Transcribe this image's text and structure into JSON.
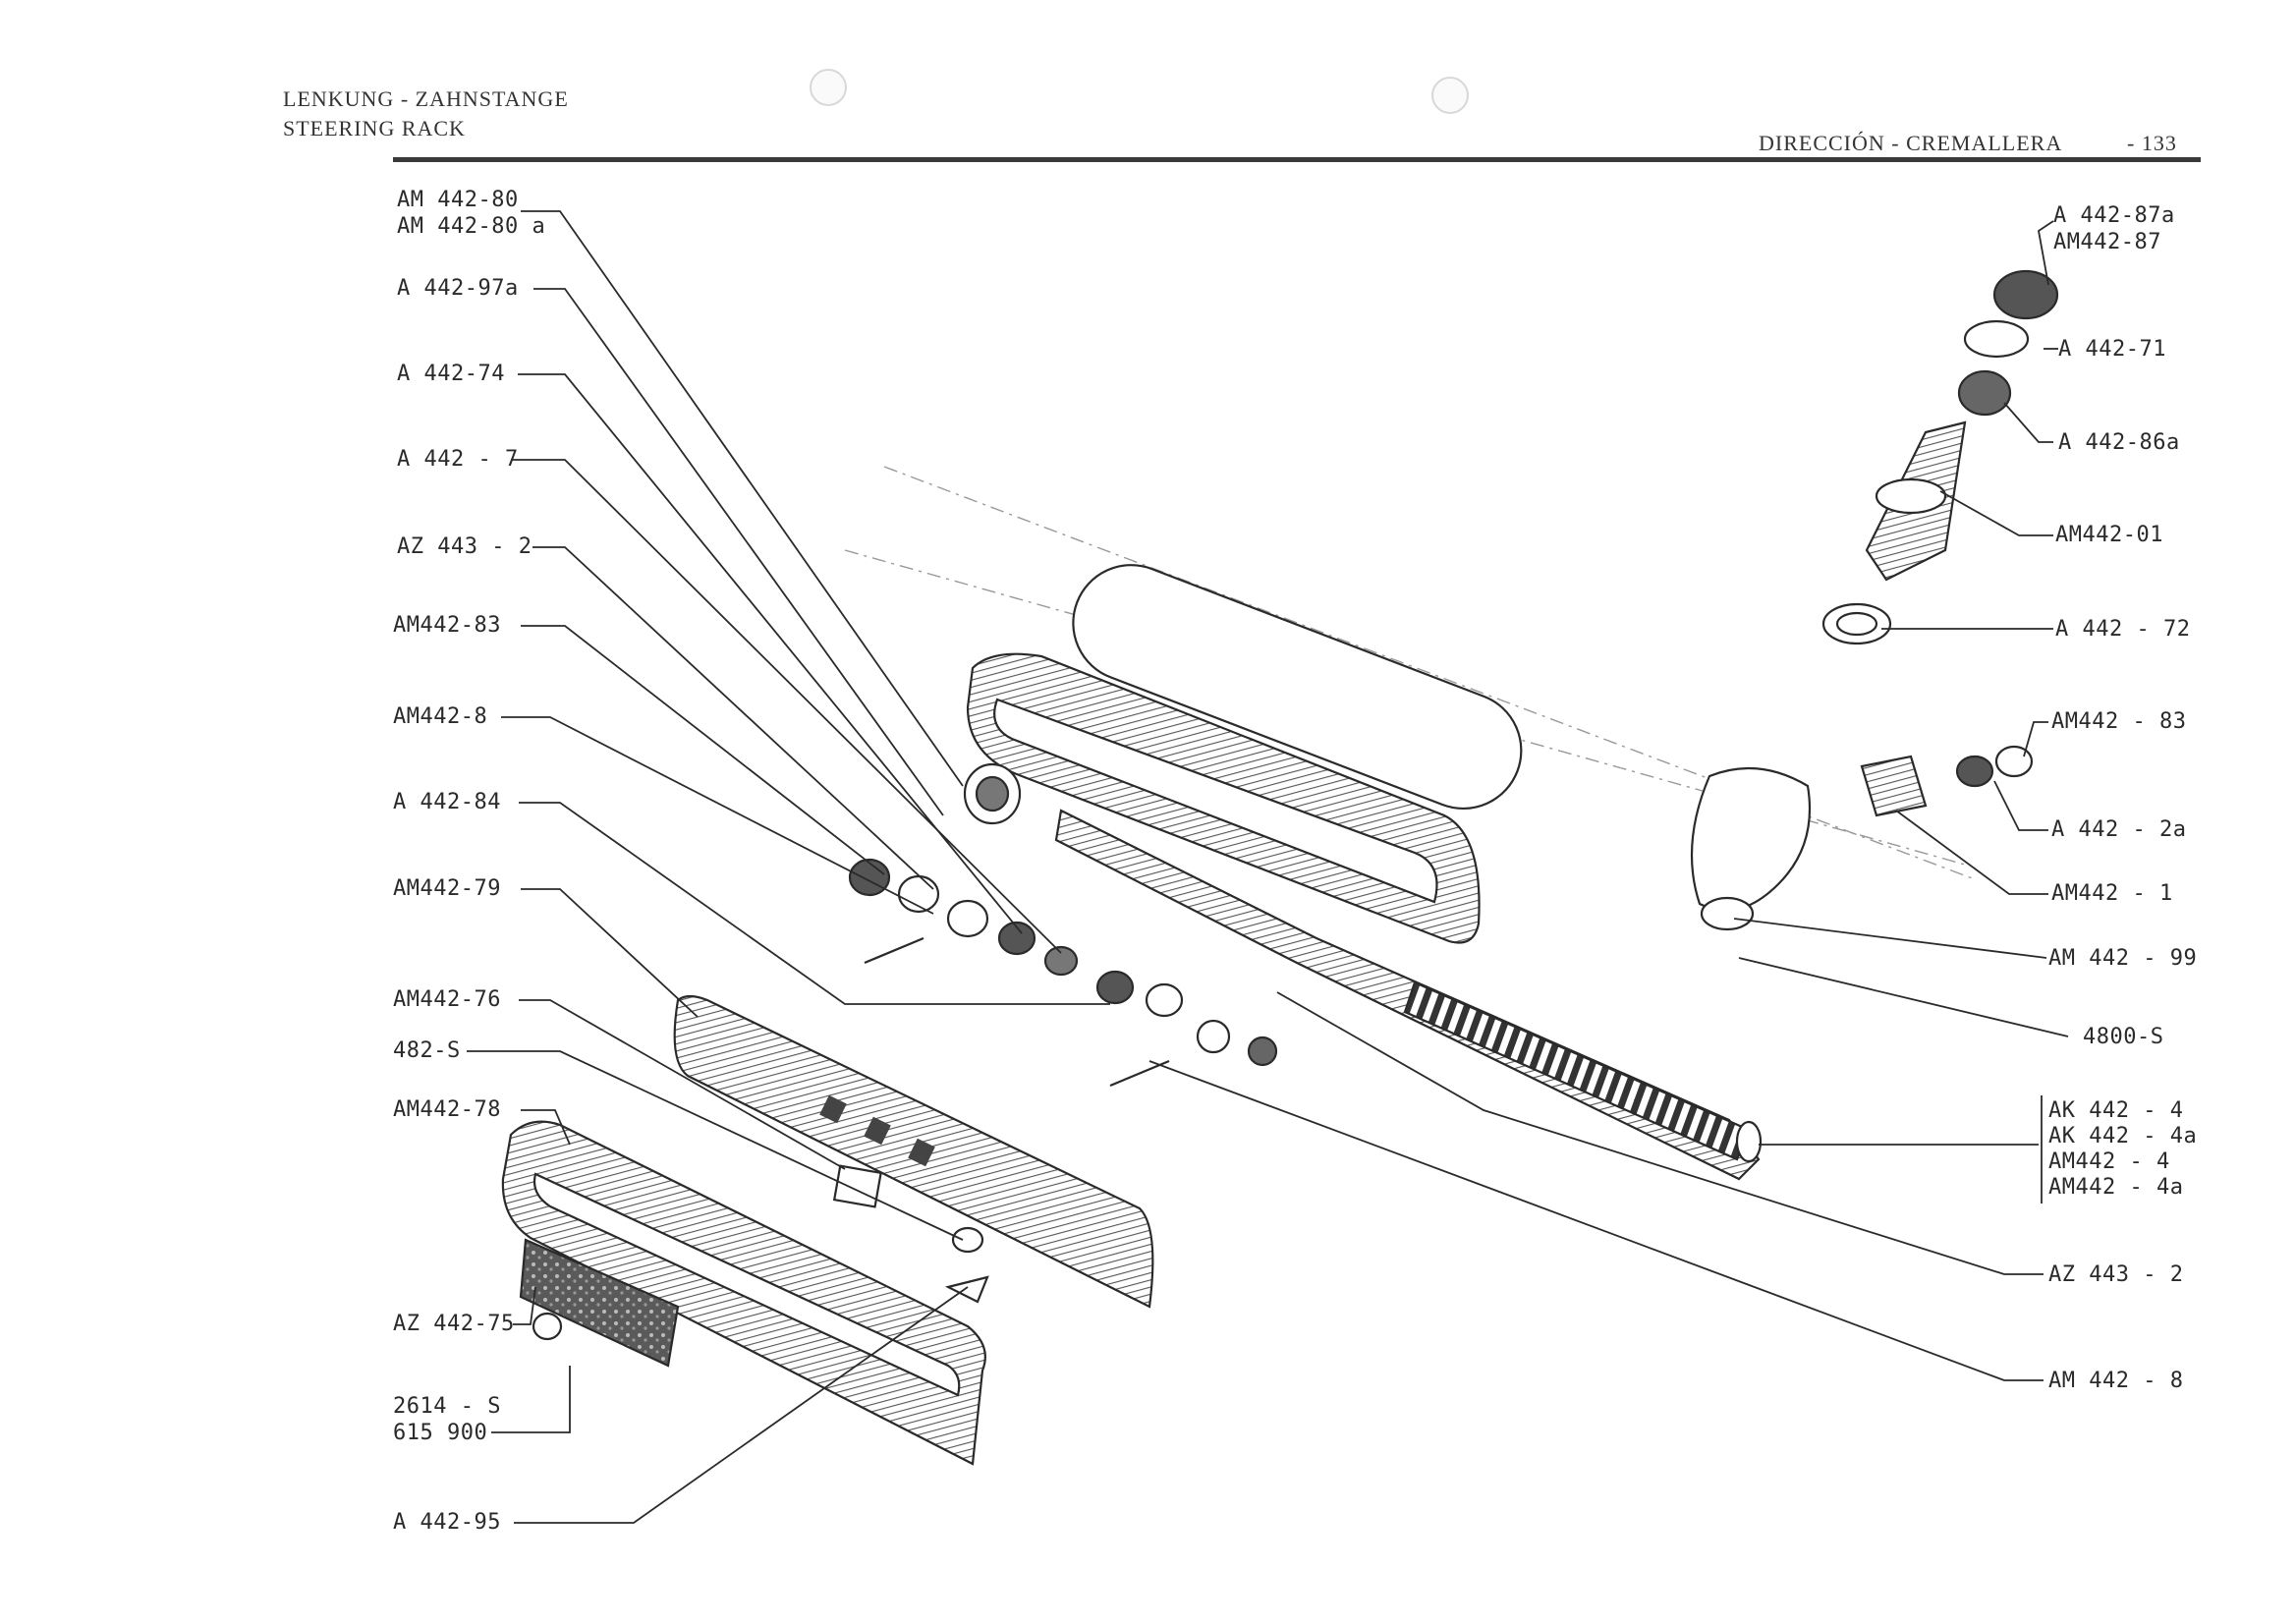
{
  "header": {
    "title_de": "LENKUNG - ZAHNSTANGE",
    "title_en": "STEERING RACK",
    "title_es": "DIRECCIÓN - CREMALLERA",
    "page_number": "- 133"
  },
  "left_labels": [
    [
      "AM 442-80",
      "AM 442-80 a"
    ],
    [
      "A  442-97a"
    ],
    [
      "A  442-74"
    ],
    [
      "A  442 - 7"
    ],
    [
      "AZ  443 - 2"
    ],
    [
      "AM442-83"
    ],
    [
      "AM442-8"
    ],
    [
      "A  442-84"
    ],
    [
      "AM442-79"
    ],
    [
      "AM442-76"
    ],
    [
      "482-S"
    ],
    [
      "AM442-78"
    ],
    [
      "AZ 442-75"
    ],
    [
      "2614 - S",
      "615 900"
    ],
    [
      "A  442-95"
    ]
  ],
  "right_labels": [
    [
      "A  442-87a",
      "AM442-87"
    ],
    [
      "A  442-71"
    ],
    [
      "A  442-86a"
    ],
    [
      "AM442-01"
    ],
    [
      "A  442 - 72"
    ],
    [
      "AM442 - 83"
    ],
    [
      "A  442 - 2a"
    ],
    [
      "AM442 - 1"
    ],
    [
      "AM 442 - 99"
    ],
    [
      "4800-S"
    ],
    [
      "AK 442 - 4",
      "AK 442 - 4a",
      "AM442 - 4",
      "AM442 - 4a"
    ],
    [
      "AZ 443 - 2"
    ],
    [
      "AM 442 - 8"
    ]
  ]
}
